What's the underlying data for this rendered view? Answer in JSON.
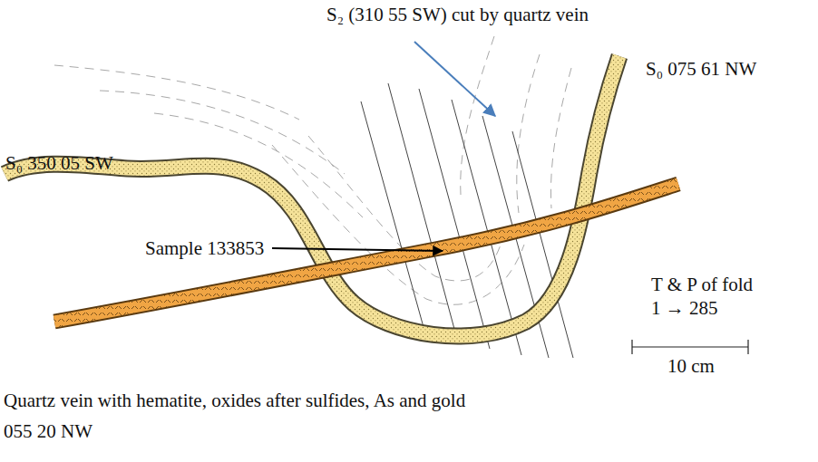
{
  "diagram": {
    "labels": [
      "S₂ (310 55 SW) cut by quartz vein",
      "S₀ 075 61 NW",
      "S₀ 350 05 SW",
      "Sample 133853",
      "T & P of fold",
      "1 → 285",
      "10 cm",
      "Quartz vein with hematite, oxides after sulfides, As and gold",
      "055 20 NW"
    ]
  }
}
